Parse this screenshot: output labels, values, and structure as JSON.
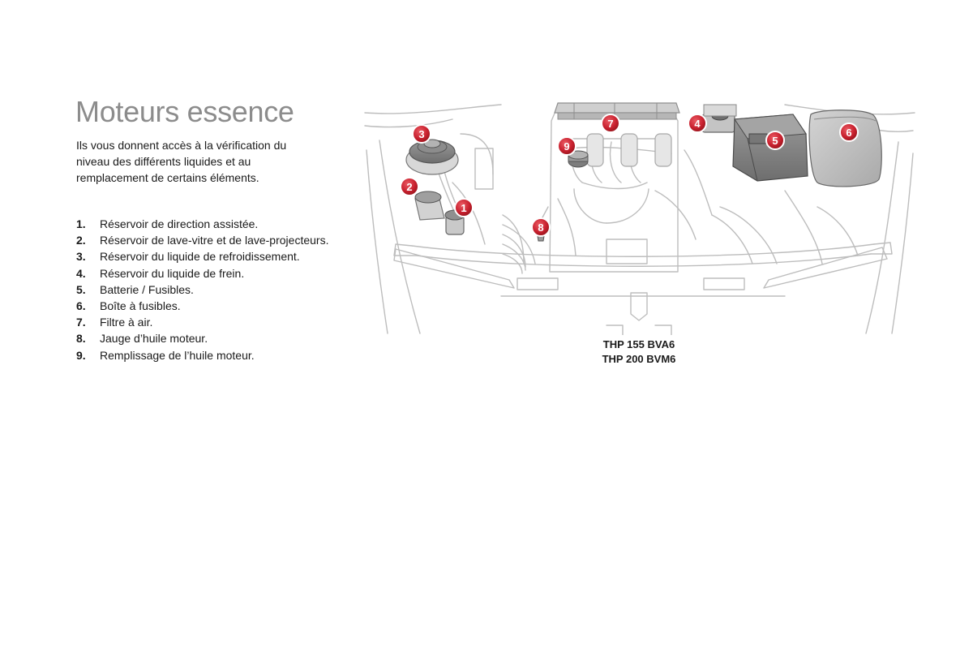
{
  "title": "Moteurs essence",
  "intro": "Ils vous donnent accès à la vérification du niveau des différents liquides et au remplacement de certains éléments.",
  "items": [
    {
      "num": "1.",
      "text": "Réservoir de direction assistée."
    },
    {
      "num": "2.",
      "text": "Réservoir de lave-vitre et de lave-projecteurs."
    },
    {
      "num": "3.",
      "text": "Réservoir du liquide de refroidissement."
    },
    {
      "num": "4.",
      "text": "Réservoir du liquide de frein."
    },
    {
      "num": "5.",
      "text": "Batterie / Fusibles."
    },
    {
      "num": "6.",
      "text": "Boîte à fusibles."
    },
    {
      "num": "7.",
      "text": "Filtre à air."
    },
    {
      "num": "8.",
      "text": "Jauge d’huile moteur."
    },
    {
      "num": "9.",
      "text": "Remplissage de l’huile moteur."
    }
  ],
  "markers": [
    "1",
    "2",
    "3",
    "4",
    "5",
    "6",
    "7",
    "8",
    "9"
  ],
  "caption": [
    "THP 155 BVA6",
    "THP 200 BVM6"
  ],
  "colors": {
    "title": "#8c8c8c",
    "marker_fill": "#c8202e",
    "line_art": "#b5b5b5",
    "dark_part": "#8a8a8a"
  }
}
